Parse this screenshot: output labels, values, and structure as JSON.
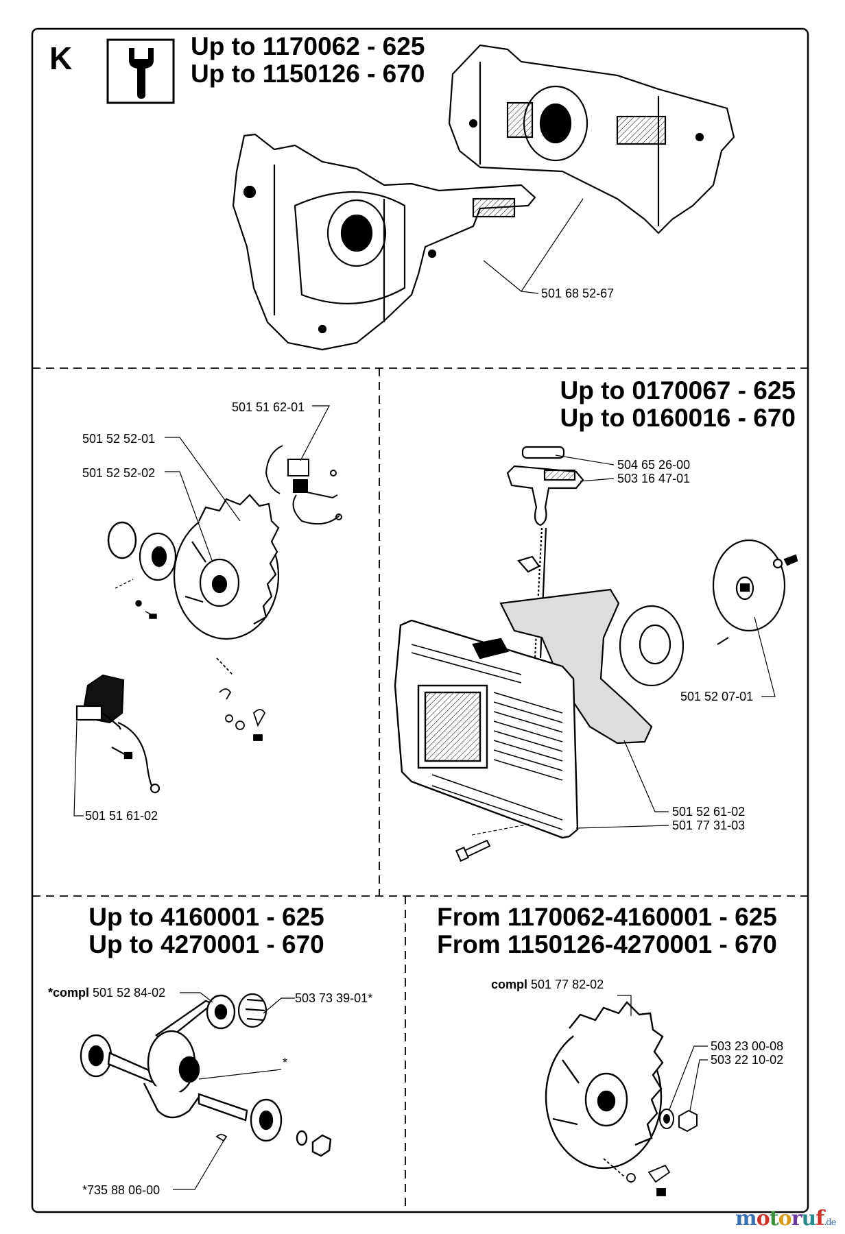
{
  "page_letter": "K",
  "icons": {
    "wrench": "wrench-icon"
  },
  "sections": {
    "crankcase": {
      "heading_lines": [
        "Up to 1170062 - 625",
        "Up to 1150126 - 670"
      ],
      "part_labels": {
        "crankcase": "501 68 52-67"
      }
    },
    "ignition": {
      "part_labels": {
        "wire": "501 51 62-01",
        "flywheel": "501 52 52-01",
        "seal": "501 52 52-02",
        "module": "501 51 61-02"
      }
    },
    "starter": {
      "heading_lines": [
        "Up to 0170067 - 625",
        "Up to 0160016 - 670"
      ],
      "part_labels": {
        "handle_insert": "504 65 26-00",
        "handle": "503 16 47-01",
        "pulley": "501 52 07-01",
        "bracket": "501 52 61-02",
        "cover": "501 77 31-03"
      }
    },
    "crankshaft": {
      "heading_lines": [
        "Up to 4160001 - 625",
        "Up to 4270001 - 670"
      ],
      "compl_prefix": "*compl",
      "compl_number": "501 52 84-02",
      "part_labels": {
        "bearing": "503 73 39-01*",
        "asterisk": "*",
        "key": "*735 88 06-00"
      }
    },
    "flywheel_new": {
      "heading_lines": [
        "From 1170062-4160001 - 625",
        "From 1150126-4270001 - 670"
      ],
      "compl_prefix": "compl",
      "compl_number": "501 77 82-02",
      "part_labels": {
        "washer": "503 23 00-08",
        "nut": "503 22 10-02"
      }
    }
  },
  "watermark": {
    "brand": "motoruf",
    "suffix": ".de"
  }
}
